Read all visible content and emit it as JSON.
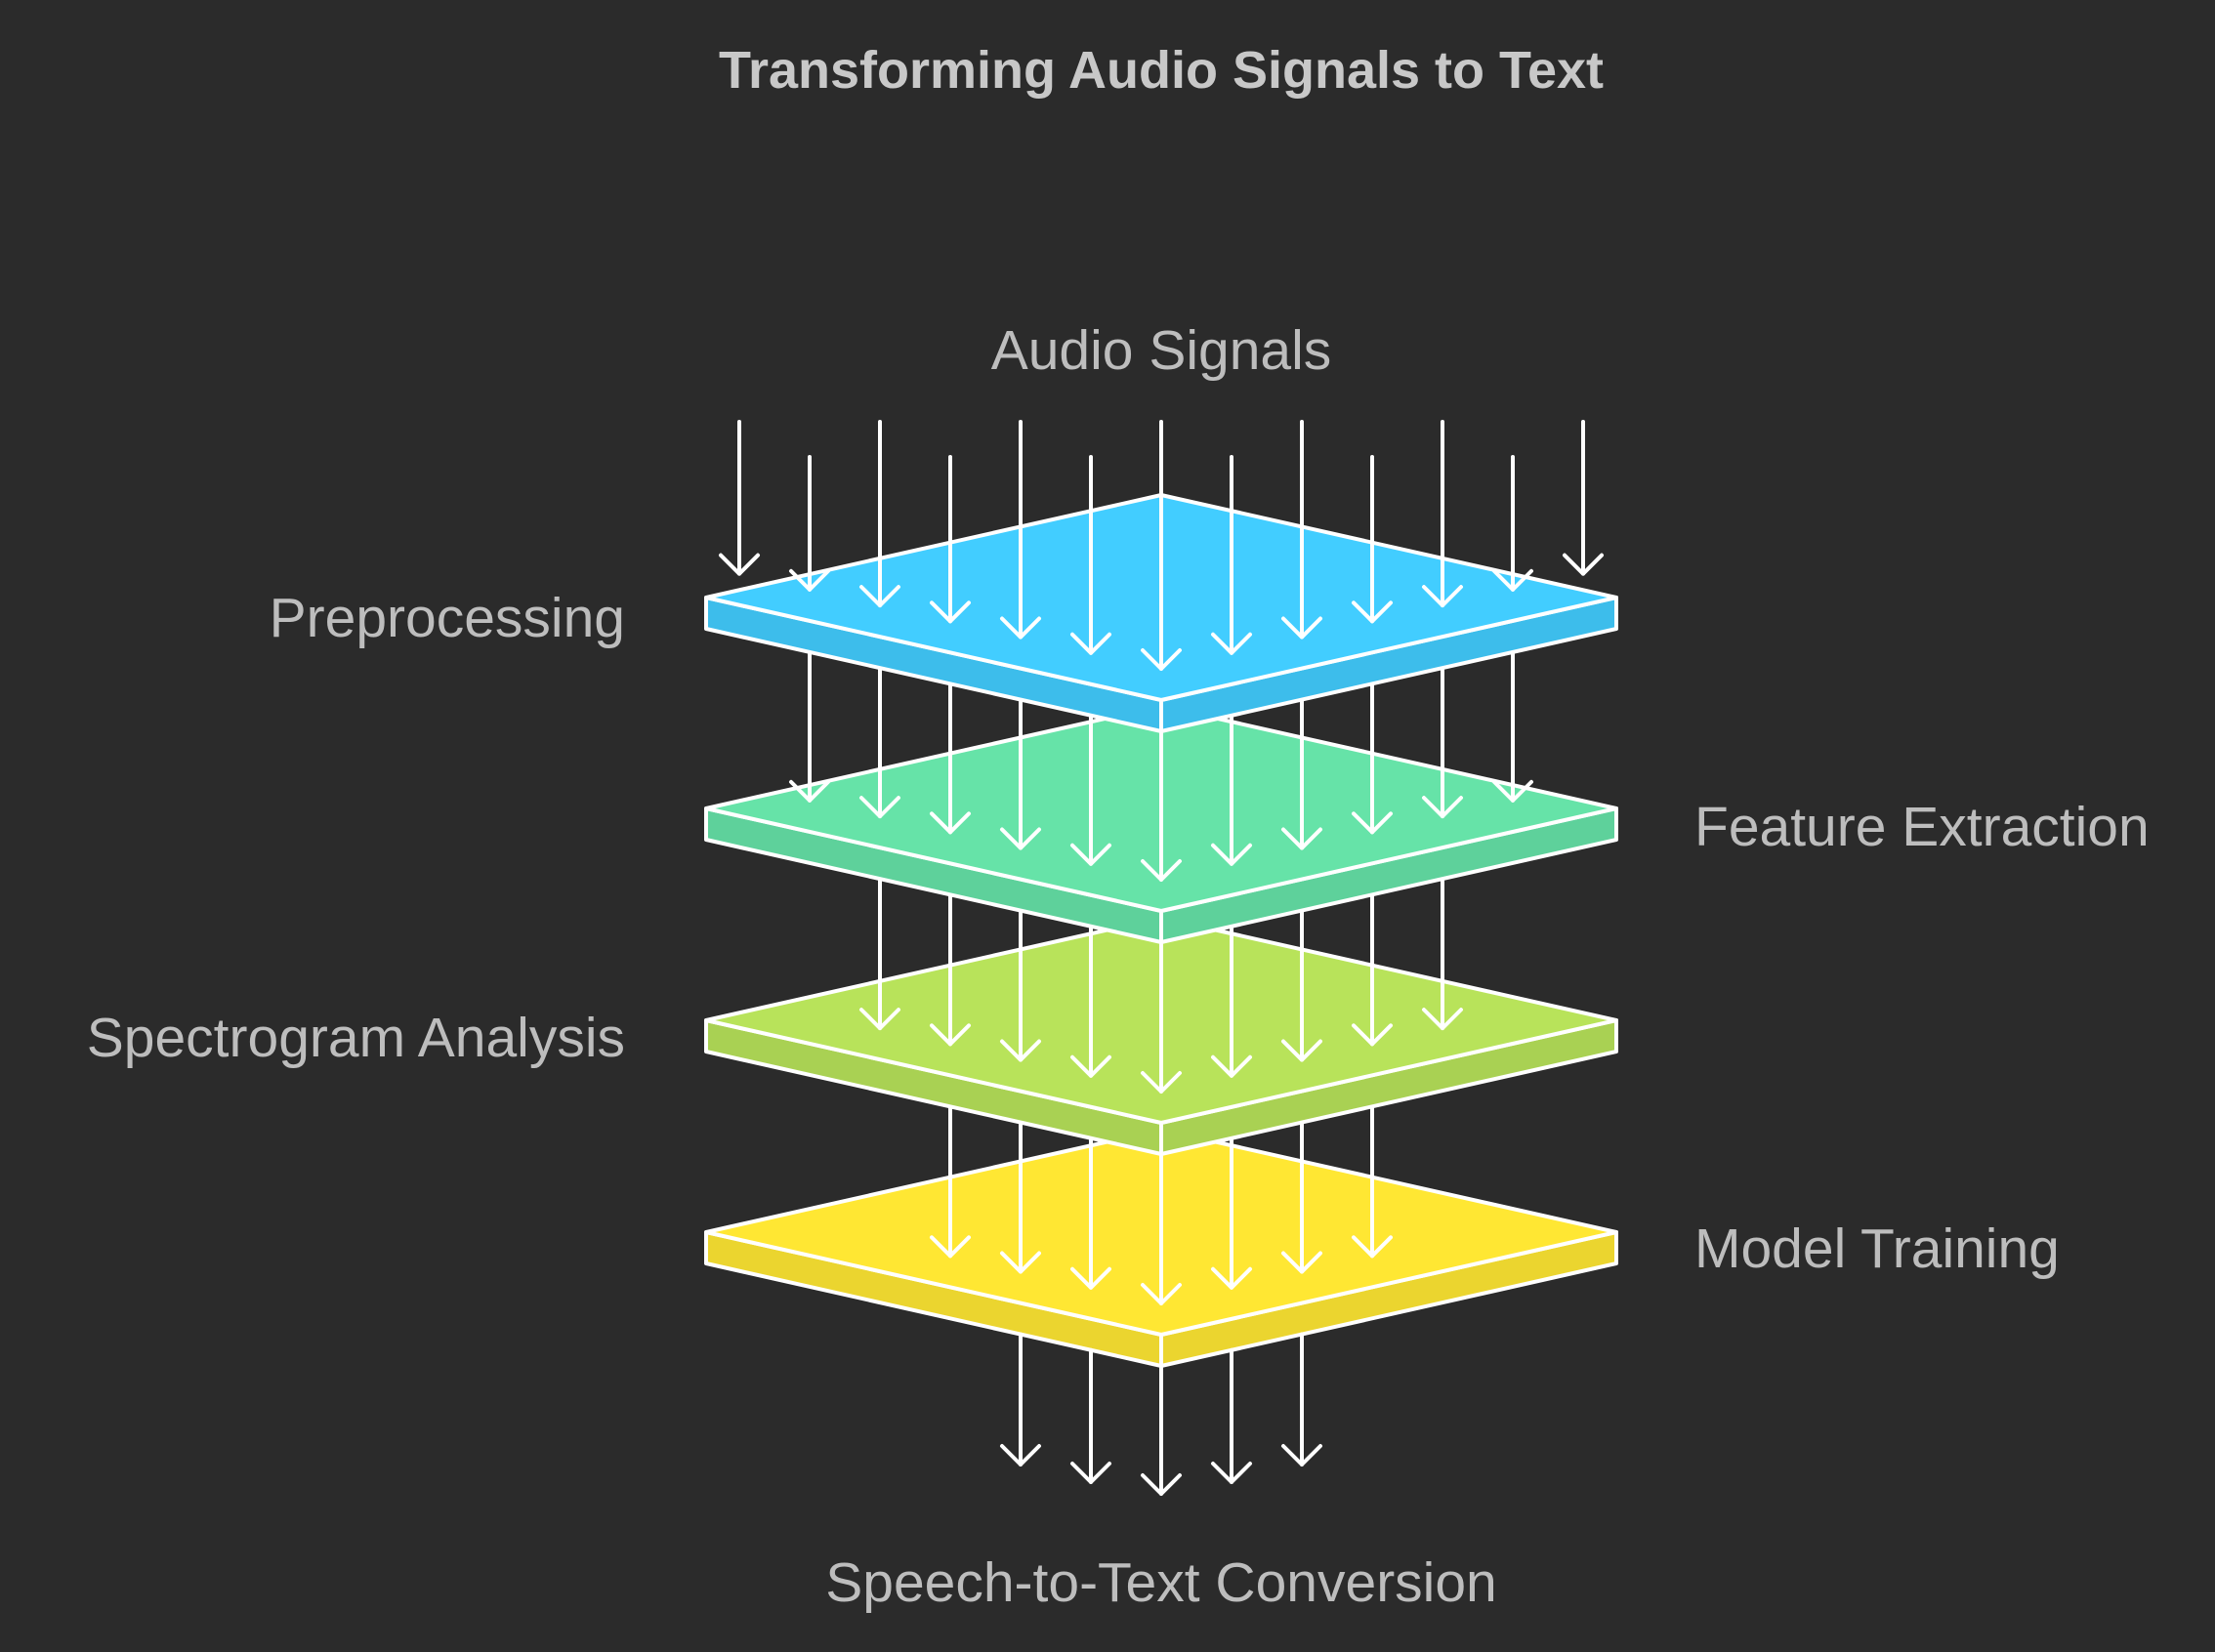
{
  "title": "Transforming Audio Signals to Text",
  "input_label": "Audio Signals",
  "output_label": "Speech-to-Text Conversion",
  "layers": [
    {
      "label": "Preprocessing",
      "label_side": "left",
      "color": "#42cdff"
    },
    {
      "label": "Feature Extraction",
      "label_side": "right",
      "color": "#66e3a8"
    },
    {
      "label": "Spectrogram Analysis",
      "label_side": "left",
      "color": "#b8e35a"
    },
    {
      "label": "Model Training",
      "label_side": "right",
      "color": "#ffe733"
    }
  ],
  "colors": {
    "background": "#2b2b2b",
    "stroke": "#ffffff",
    "text": "#bdbdbd"
  }
}
